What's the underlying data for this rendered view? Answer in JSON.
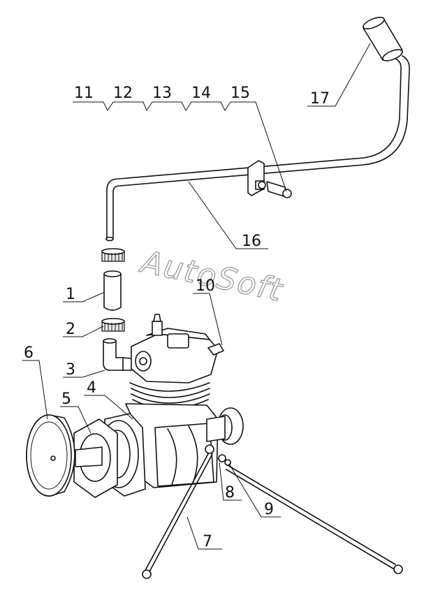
{
  "watermark": "AutoSoft",
  "callouts": [
    "1",
    "2",
    "3",
    "4",
    "5",
    "6",
    "7",
    "8",
    "9",
    "10",
    "11",
    "12",
    "13",
    "14",
    "15",
    "16",
    "17"
  ]
}
